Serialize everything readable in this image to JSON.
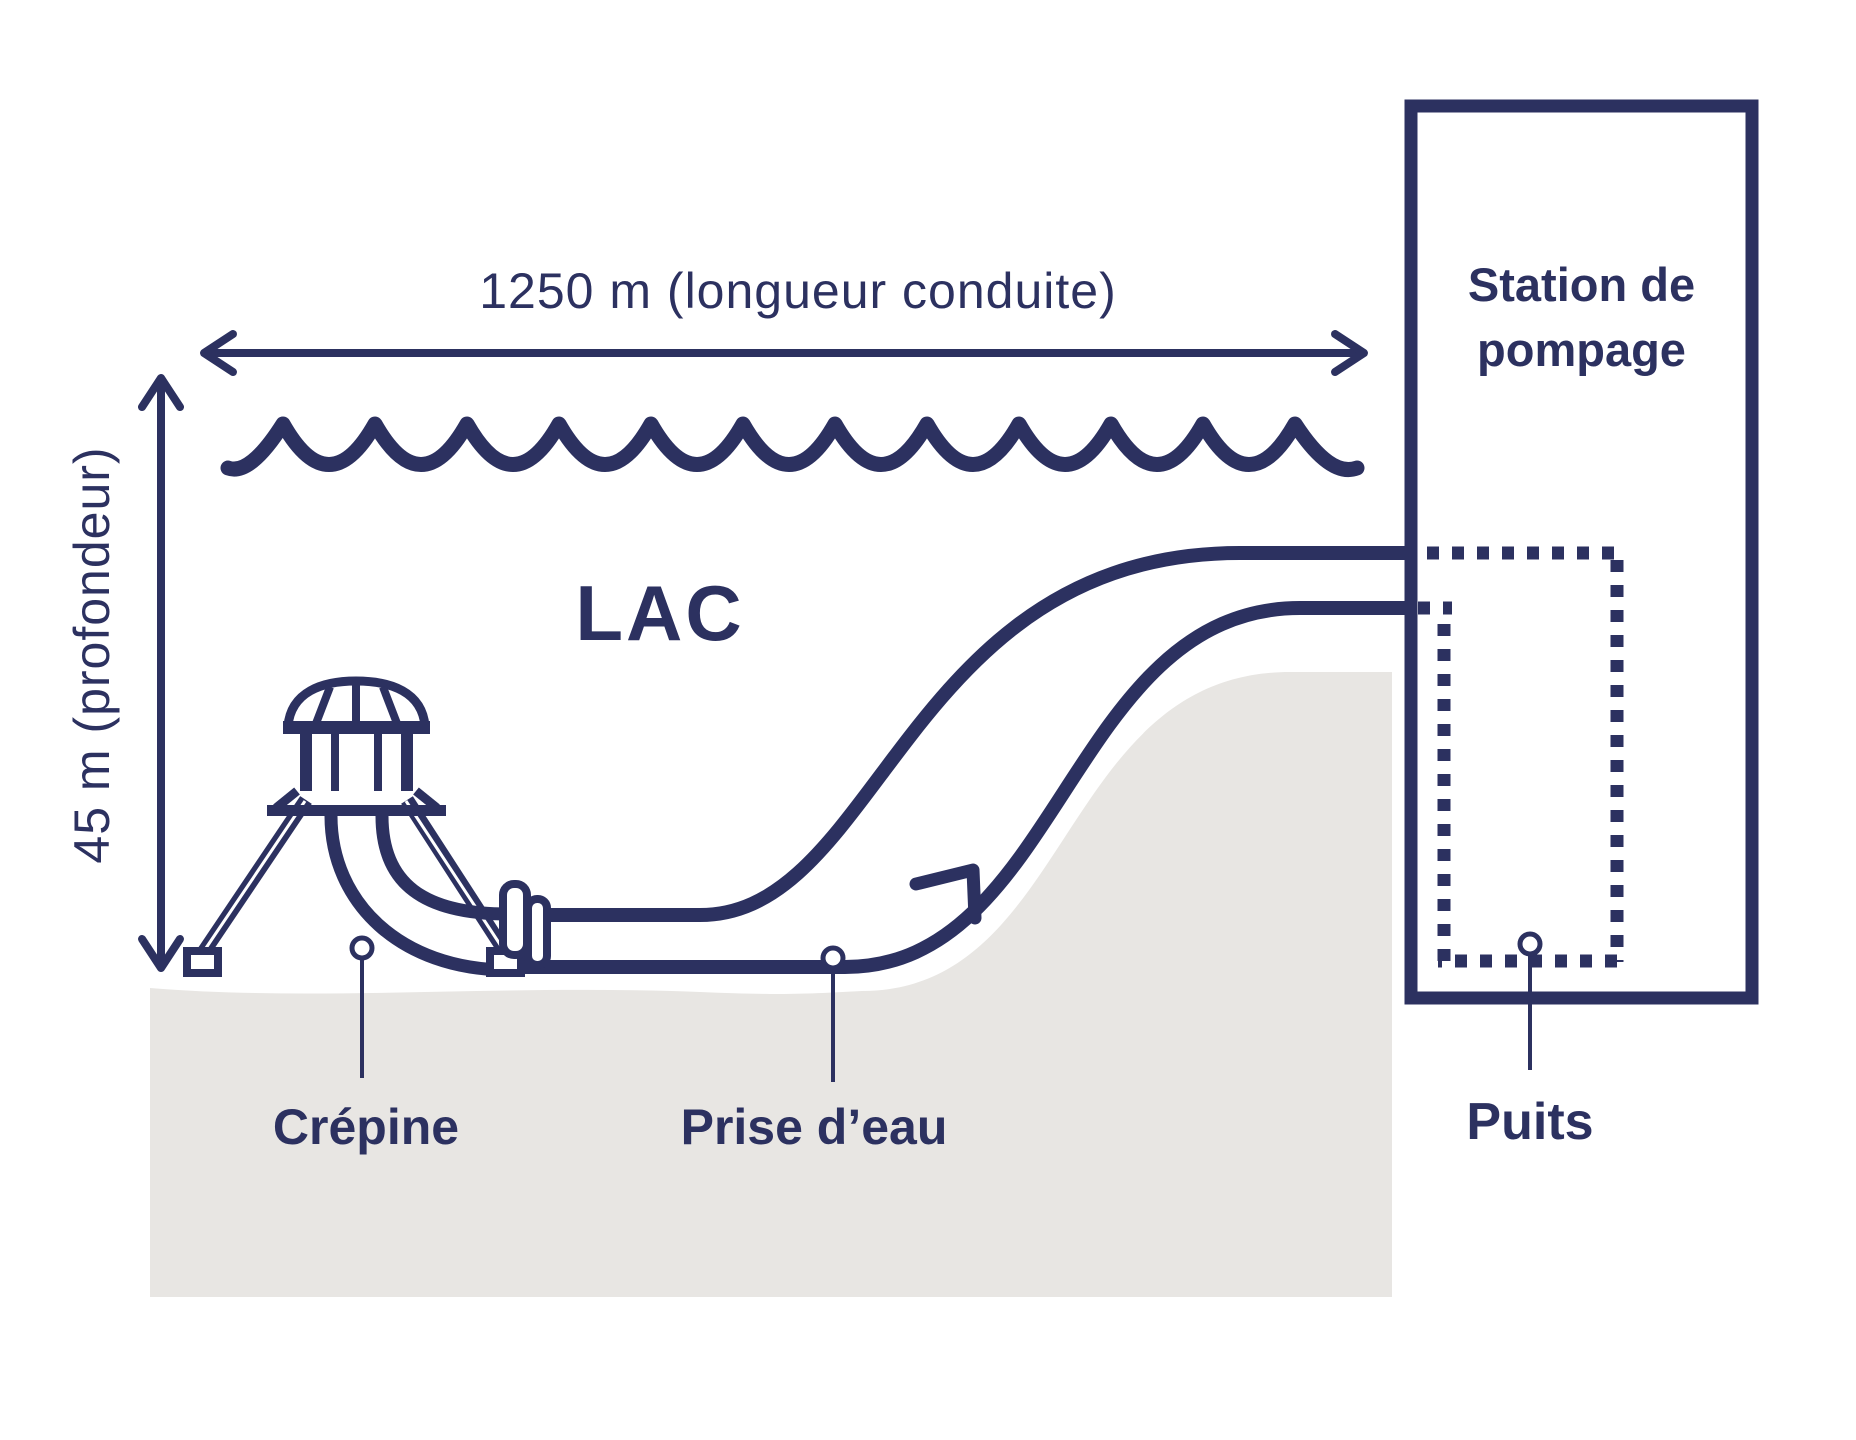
{
  "labels": {
    "pipe_length": "1250 m (longueur conduite)",
    "depth": "45 m (profondeur)",
    "lake": "LAC",
    "strainer": "Crépine",
    "water_intake": "Prise d’eau",
    "pumping_station": "Station de pompage",
    "well": "Puits"
  },
  "colors": {
    "navy": "#2c3160",
    "ground_grey": "#e8e6e3",
    "background": "#ffffff"
  }
}
